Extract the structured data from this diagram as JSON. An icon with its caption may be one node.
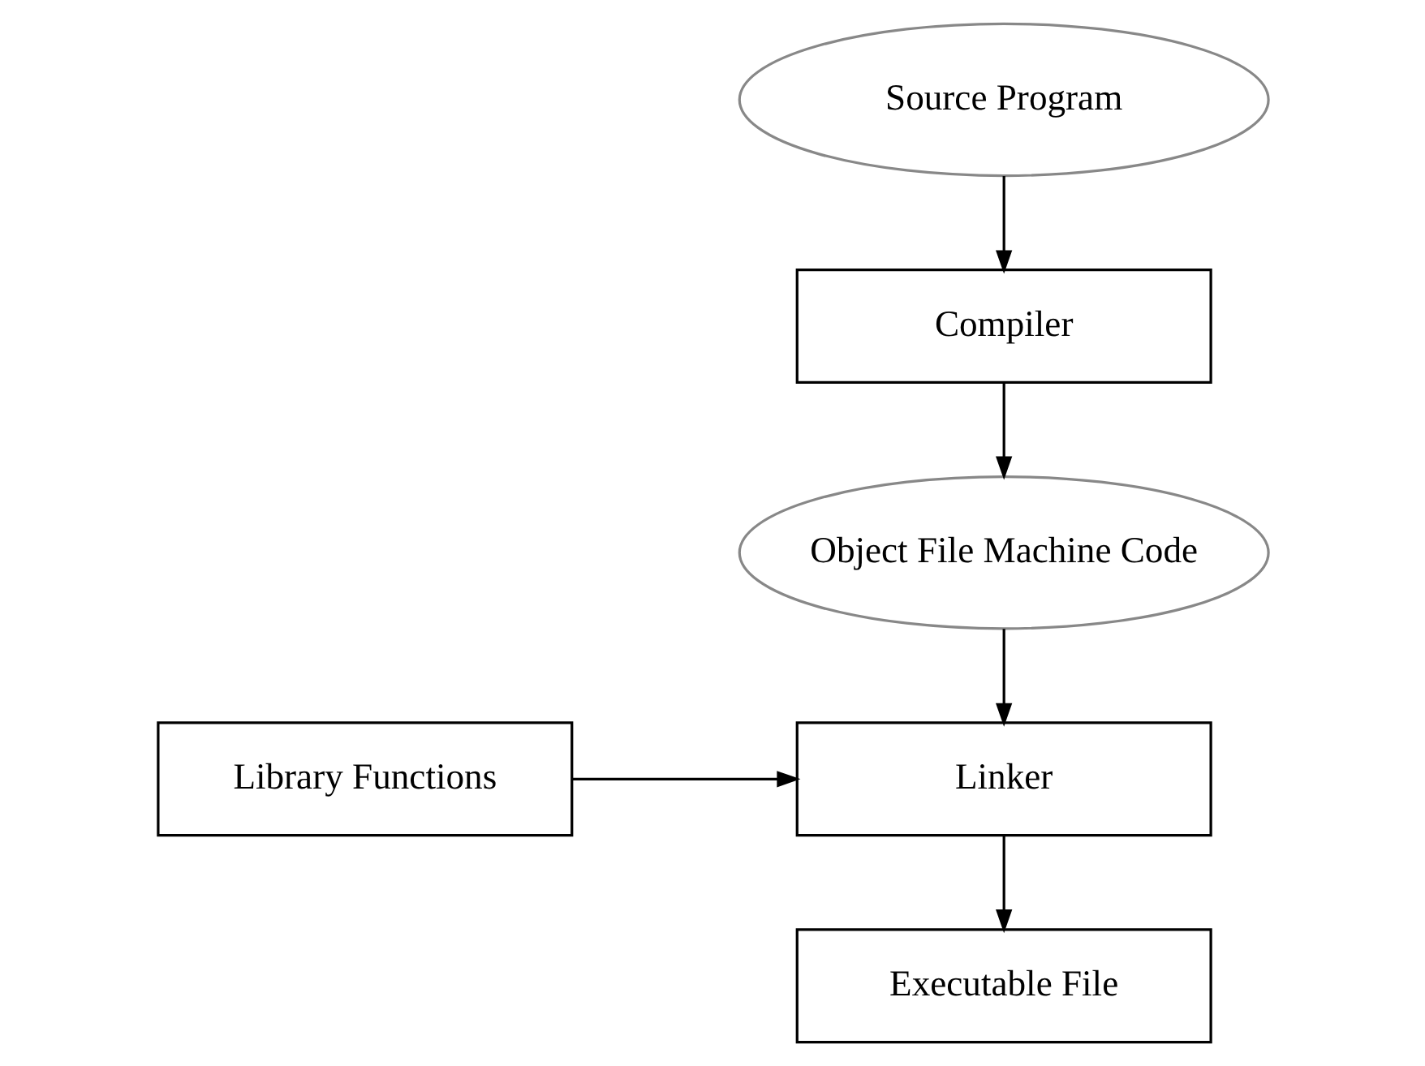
{
  "diagram": {
    "nodes": [
      {
        "text": [
          "Source Program"
        ]
      },
      {
        "text": [
          "Compiler"
        ]
      },
      {
        "text": [
          "Object File Machine Code"
        ]
      },
      {
        "text": [
          "Library Functions"
        ]
      },
      {
        "text": [
          "Linker"
        ]
      },
      {
        "text": [
          "Executable File"
        ]
      }
    ],
    "edges": [
      {
        "from": 0,
        "to": 1,
        "arrow": "to"
      },
      {
        "from": 1,
        "to": 2,
        "arrow": "to"
      },
      {
        "from": 2,
        "to": 4,
        "arrow": "to"
      },
      {
        "from": 3,
        "to": 4,
        "arrow": "to"
      },
      {
        "from": 4,
        "to": 5,
        "arrow": "to"
      }
    ]
  }
}
